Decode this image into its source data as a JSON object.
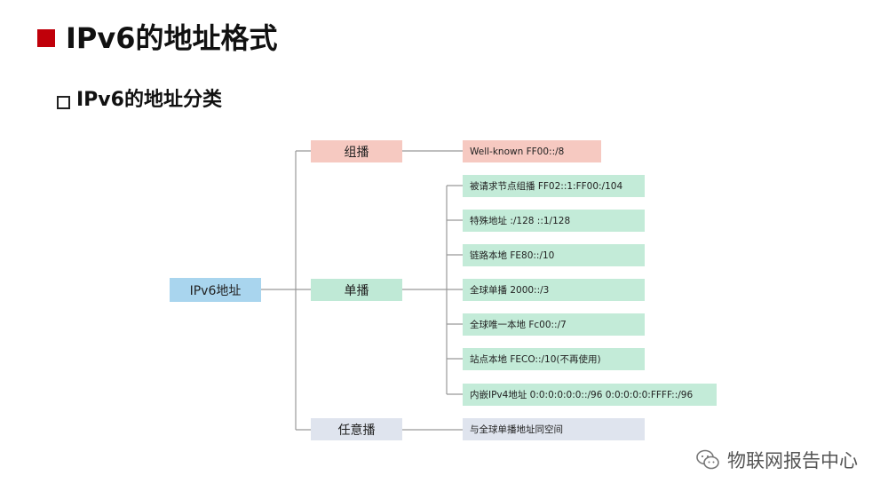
{
  "header": {
    "title": "IPv6的地址格式",
    "subtitle": "IPv6的地址分类"
  },
  "diagram": {
    "root": "IPv6地址",
    "categories": [
      {
        "label": "组播",
        "color": "#f6c9c1",
        "children": [
          "Well-known FF00::/8"
        ]
      },
      {
        "label": "单播",
        "color": "#bfe9d6",
        "children": [
          "被请求节点组播 FF02::1:FF00:/104",
          "特殊地址 :/128 ::1/128",
          "链路本地 FE80::/10",
          "全球单播 2000::/3",
          "全球唯一本地 Fc00::/7",
          "站点本地 FECO::/10(不再使用)",
          "内嵌IPv4地址 0:0:0:0:0:0::/96 0:0:0:0:0:FFFF::/96"
        ]
      },
      {
        "label": "任意播",
        "color": "#dfe4ee",
        "children": [
          "与全球单播地址同空间"
        ]
      }
    ],
    "root_color": "#a9d5ee",
    "line_color": "#999999"
  },
  "watermark": {
    "icon": "wechat-icon",
    "text": "物联网报告中心"
  }
}
